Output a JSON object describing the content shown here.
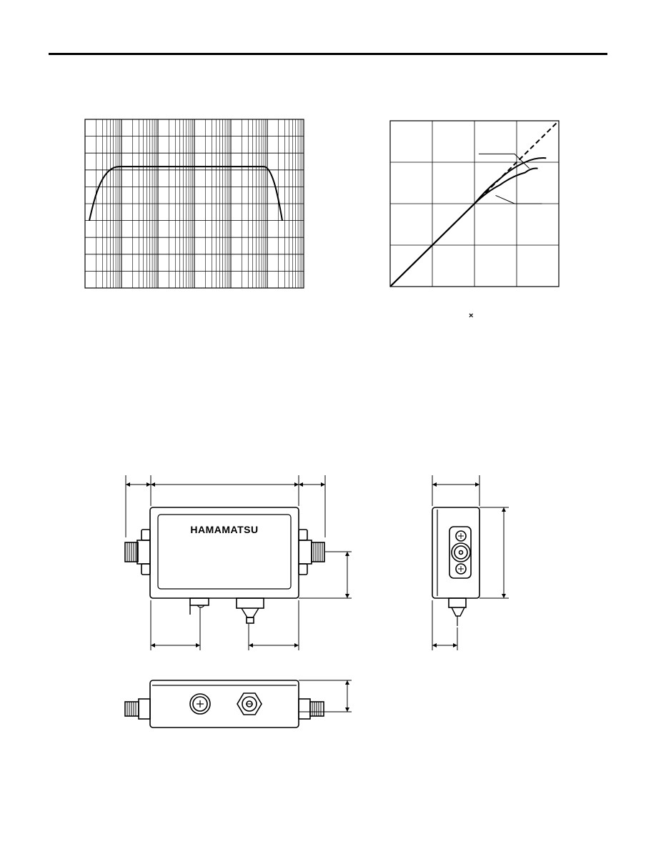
{
  "header": {
    "rule": true
  },
  "chart_data": [
    {
      "type": "line",
      "grid": true,
      "x_scale": "log",
      "series": [
        {
          "values": [
            0.0,
            0.55,
            0.72,
            0.72,
            0.72,
            0.55,
            0.0
          ]
        }
      ]
    },
    {
      "type": "line",
      "grid": true,
      "xlim": [
        0,
        4
      ],
      "ylim": [
        0,
        4
      ],
      "series": [
        {
          "style": "dashed",
          "x": [
            0,
            4
          ],
          "y": [
            0,
            4
          ]
        },
        {
          "style": "solid",
          "x": [
            0,
            1,
            2,
            2.6,
            3.2,
            3.7
          ],
          "y": [
            0,
            1,
            2,
            2.6,
            3.0,
            3.1
          ]
        },
        {
          "style": "solid",
          "x": [
            0,
            1,
            2,
            2.6,
            3.2,
            3.5
          ],
          "y": [
            0,
            1,
            2,
            2.45,
            2.75,
            2.85
          ]
        }
      ]
    }
  ],
  "chart_footer": {
    "times_symbol": "×"
  },
  "drawing": {
    "brand_label": "HAMAMATSU"
  }
}
